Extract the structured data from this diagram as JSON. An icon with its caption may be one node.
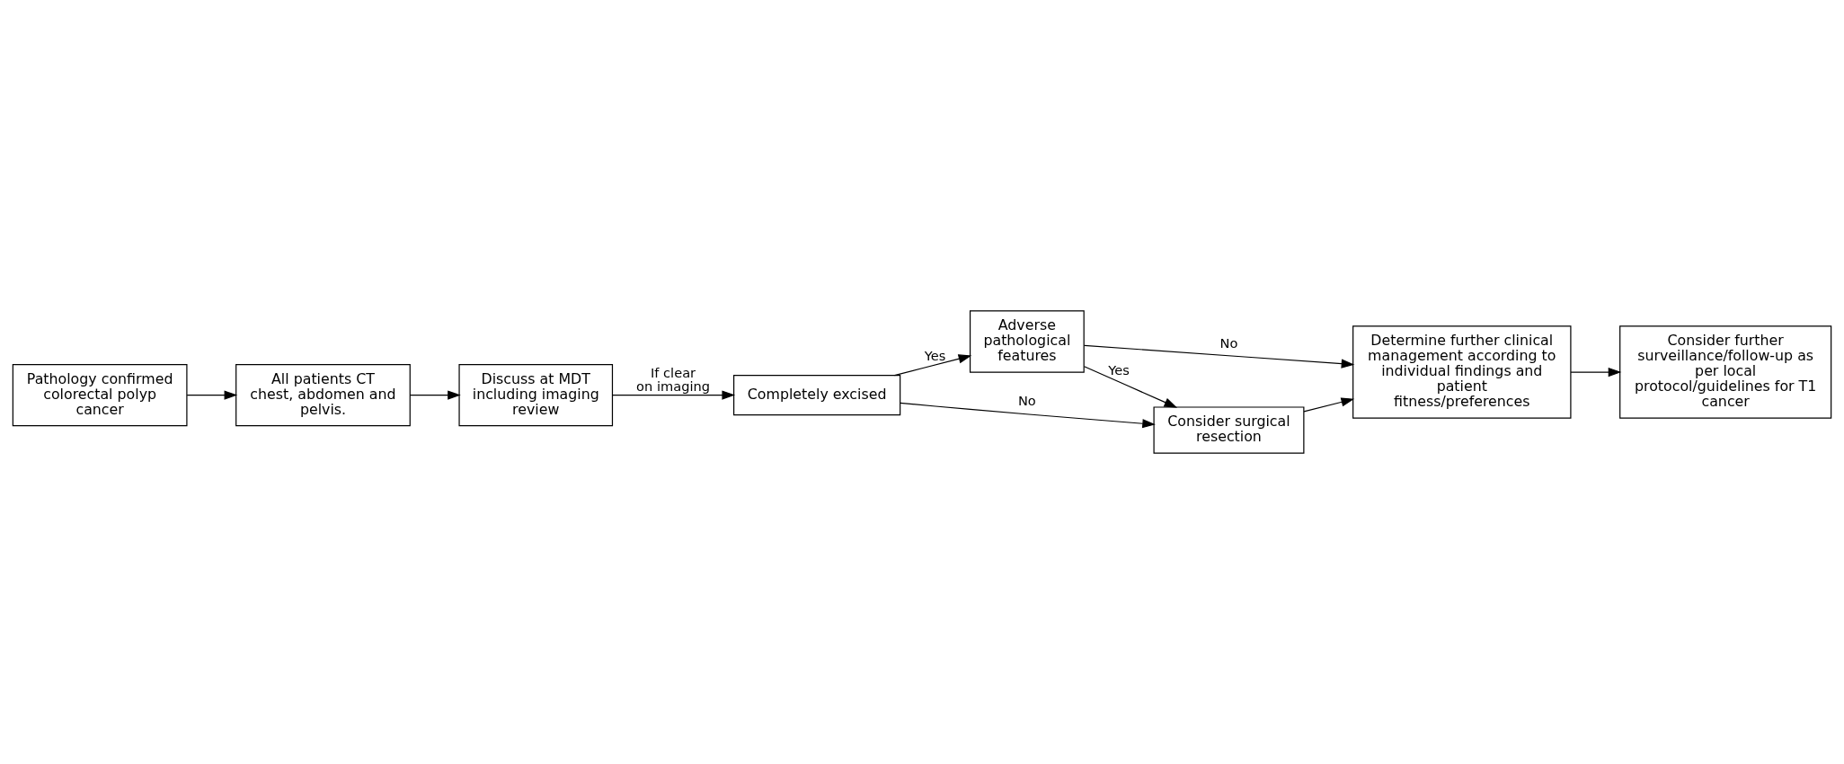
{
  "diagram": {
    "nodes": [
      {
        "text": [
          "Pathology confirmed colorectal polyp cancer"
        ]
      },
      {
        "text": [
          "All patients CT chest, abdomen and pelvis."
        ]
      },
      {
        "text": [
          "Discuss at MDT including imaging review"
        ]
      },
      {
        "text": [
          "Completely excised"
        ]
      },
      {
        "text": [
          "Adverse pathological features"
        ]
      },
      {
        "text": [
          "Consider surgical resection"
        ]
      },
      {
        "text": [
          "Determine further clinical management according to individual findings and patient fitness/preferences"
        ]
      },
      {
        "text": [
          "Consider further surveillance/follow-up as per local protocol/guidelines for T1 cancer"
        ]
      }
    ],
    "edges": [
      {
        "from": 0,
        "to": 1,
        "arrow": "to"
      },
      {
        "from": 1,
        "to": 2,
        "arrow": "to"
      },
      {
        "from": 2,
        "to": 3,
        "arrow": "to",
        "label": "If clear on imaging"
      },
      {
        "from": 3,
        "to": 4,
        "arrow": "to",
        "label": "Yes"
      },
      {
        "from": 3,
        "to": 5,
        "arrow": "to",
        "label": "No"
      },
      {
        "from": 4,
        "to": 6,
        "arrow": "to",
        "label": "No"
      },
      {
        "from": 4,
        "to": 5,
        "arrow": "to",
        "label": "Yes"
      },
      {
        "from": 5,
        "to": 6,
        "arrow": "to"
      },
      {
        "from": 6,
        "to": 7,
        "arrow": "to"
      }
    ]
  }
}
